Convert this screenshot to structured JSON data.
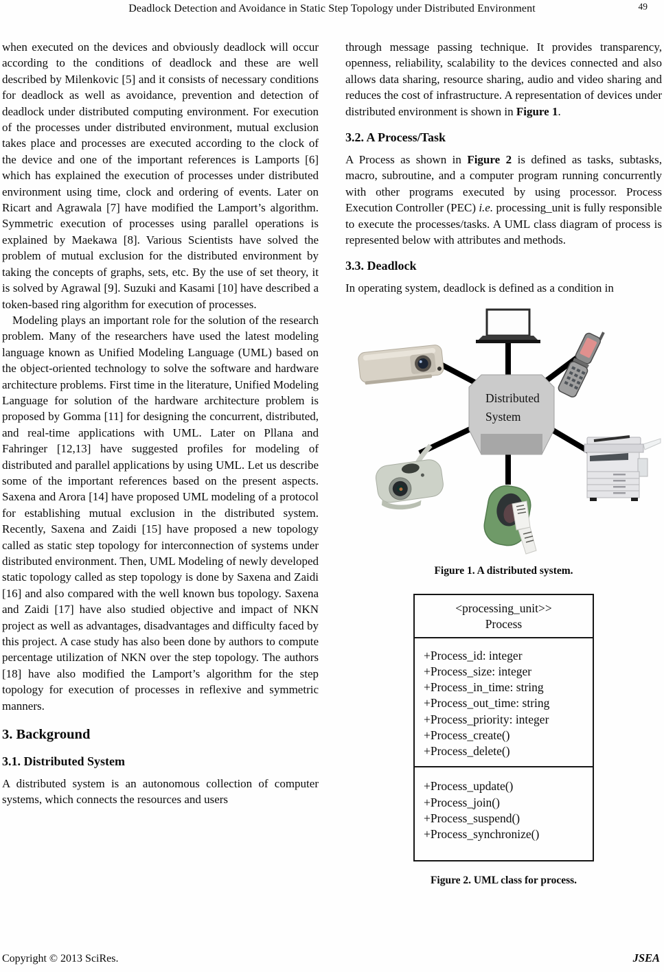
{
  "header": {
    "title": "Deadlock Detection and Avoidance in Static Step Topology under Distributed Environment",
    "page_number": "49"
  },
  "left_column": {
    "para1": "when executed on the devices and obviously deadlock will occur according to the conditions of deadlock and these are well described by Milenkovic [5] and it consists of necessary conditions for deadlock as well as avoidance, prevention and detection of deadlock under distributed computing environment. For execution of the processes under distributed environment, mutual exclusion takes place and processes are executed according to the clock of the device and one of the important references is Lamports [6] which has explained the execution of processes under distributed environment using time, clock and ordering of events. Later on Ricart and Agrawala [7] have modified the Lamport’s algorithm. Symmetric execution of processes using parallel operations is explained by Maekawa [8]. Various Scientists have solved the problem of mutual exclusion for the distributed environment by taking the concepts of graphs, sets, etc. By the use of set theory, it is solved by Agrawal [9]. Suzuki and Kasami [10] have described a token-based ring algorithm for execution of processes.",
    "para2": "Modeling plays an important role for the solution of the research problem. Many of the researchers have used the latest modeling language known as Unified Modeling Language (UML) based on the object-oriented technology to solve the software and hardware architecture problems. First time in the literature, Unified Modeling Language for solution of the hardware architecture problem is proposed by Gomma [11] for designing the concurrent, distributed, and real-time applications with UML. Later on Pllana and Fahringer [12,13] have suggested profiles for modeling of distributed and parallel applications by using UML. Let us describe some of the important references based on the present aspects. Saxena and Arora [14] have proposed UML modeling of a protocol for establishing mutual exclusion in the distributed system. Recently, Saxena and Zaidi [15] have proposed a new topology called as static step topology for interconnection of systems under distributed environment. Then, UML Modeling of newly developed static topology called as step topology is done by Saxena and Zaidi [16] and also compared with the well known bus topology. Saxena and Zaidi [17] have also studied objective and impact of NKN project as well as advantages, disadvantages and difficulty faced by this project. A case study has also been done by authors to compute percentage utilization of NKN over the step topology. The authors [18] have also modified the Lamport’s algorithm for the step topology for execution of processes in reflexive and symmetric manners.",
    "section3_heading": "3. Background",
    "section31_heading": "3.1. Distributed System",
    "para3": "A distributed system is an autonomous collection of computer systems, which connects the resources and users"
  },
  "right_column": {
    "para1_pre": "through message passing technique. It provides transparency, openness, reliability, scalability to the devices connected and also allows data sharing, resource sharing, audio and video sharing and reduces the cost of infrastructure. A representation of devices under distributed environment is shown in ",
    "para1_figref": "Figure 1",
    "para1_end": ".",
    "section32_heading": "3.2. A Process/Task",
    "para2_pre": "A Process as shown in ",
    "para2_figref": "Figure 2",
    "para2_mid": " is defined as tasks, subtasks, macro, subroutine, and a computer program running concurrently with other programs executed by using processor. Process Execution Controller (PEC) ",
    "para2_ie": "i.e.",
    "para2_end": " processing_unit is fully responsible to execute the processes/tasks. A UML class diagram of process is represented below with attributes and methods.",
    "section33_heading": "3.3. Deadlock",
    "para3": "In operating system, deadlock is defined as a condition in"
  },
  "figure1": {
    "box_label_line1": "Distributed",
    "box_label_line2": "System",
    "caption": "Figure 1. A distributed system.",
    "devices": [
      "laptop",
      "mobile-phone",
      "photocopier",
      "label-printer",
      "webcam",
      "projector"
    ],
    "colors": {
      "hub_box": "#cbcbcb",
      "hub_box_shadow": "#a7a7a7",
      "link_line": "#000000",
      "label_printer_green": "#6f9a68"
    }
  },
  "figure2": {
    "stereotype": "<processing_unit>>",
    "class_name": "Process",
    "attributes": [
      "+Process_id: integer",
      "+Process_size: integer",
      "+Process_in_time: string",
      "+Process_out_time: string",
      "+Process_priority: integer",
      "+Process_create()",
      "+Process_delete()"
    ],
    "methods": [
      "+Process_update()",
      "+Process_join()",
      "+Process_suspend()",
      "+Process_synchronize()"
    ],
    "caption": "Figure 2. UML class for process."
  },
  "footer": {
    "copyright": "Copyright © 2013 SciRes.",
    "journal": "JSEA"
  }
}
